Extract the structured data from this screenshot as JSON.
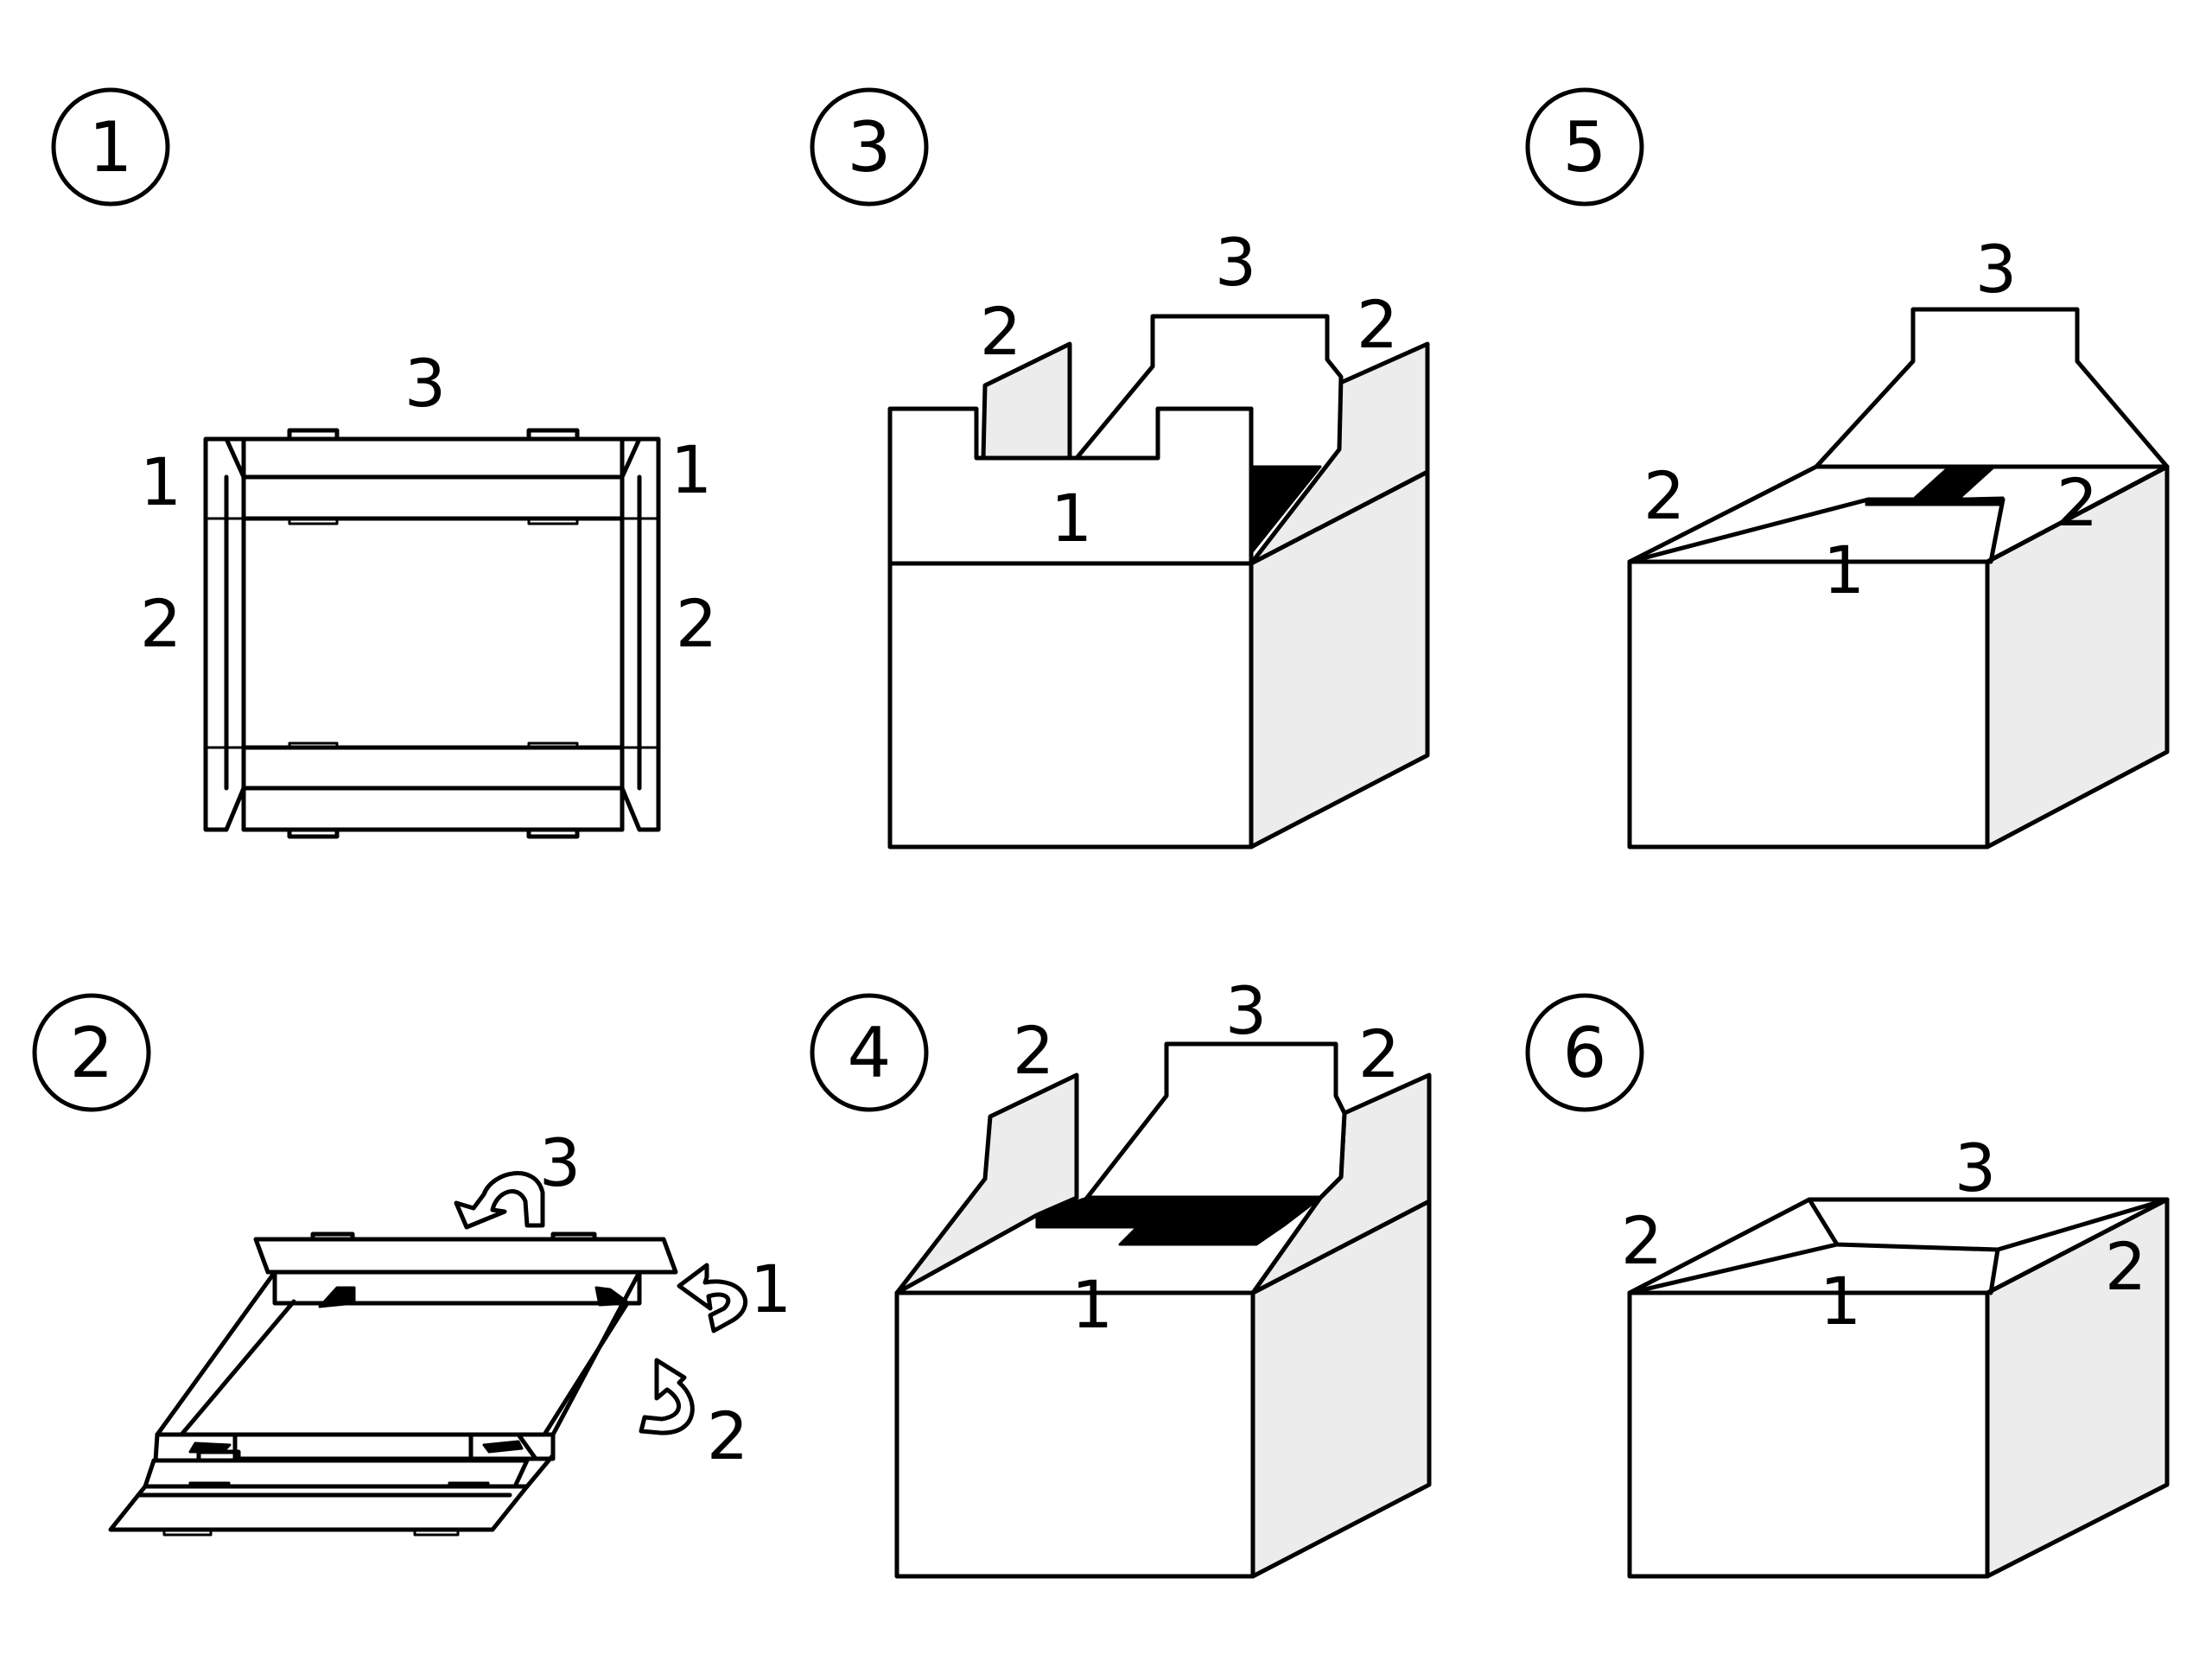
{
  "steps": [
    {
      "id": "step-1",
      "number": "1",
      "labels": {
        "top": "3",
        "left_upper": "1",
        "left_lower": "2",
        "right_upper": "1",
        "right_lower": "2"
      }
    },
    {
      "id": "step-2",
      "number": "2",
      "labels": {
        "fold_3": "3",
        "fold_1": "1",
        "fold_2": "2"
      },
      "icons": [
        "curved-arrow-icon",
        "curved-arrow-icon",
        "curved-arrow-icon"
      ]
    },
    {
      "id": "step-3",
      "number": "3",
      "labels": {
        "back": "3",
        "left": "2",
        "right": "2",
        "front": "1"
      }
    },
    {
      "id": "step-4",
      "number": "4",
      "labels": {
        "back": "3",
        "left": "2",
        "right": "2",
        "front": "1"
      }
    },
    {
      "id": "step-5",
      "number": "5",
      "labels": {
        "back": "3",
        "left": "2",
        "right": "2",
        "front": "1"
      }
    },
    {
      "id": "step-6",
      "number": "6",
      "labels": {
        "back": "3",
        "left": "2",
        "right": "2",
        "front": "1"
      }
    }
  ],
  "colors": {
    "line": "#000000",
    "side_face": "#ececec",
    "background": "#ffffff"
  }
}
